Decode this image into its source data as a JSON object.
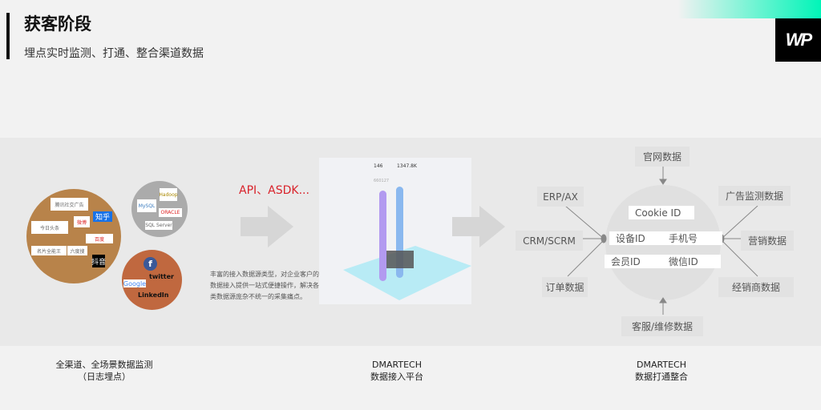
{
  "header": {
    "title": "获客阶段",
    "subtitle": "埋点实时监测、打通、整合渠道数据",
    "logo": "WP"
  },
  "sources": {
    "domestic": [
      "腾讯社交广告",
      "知乎",
      "今日头条",
      "微博",
      "百度",
      "名片全能王",
      "六度搜",
      "抖音"
    ],
    "databases": [
      "MySQL",
      "Hadoop",
      "ORACLE",
      "SQL Server"
    ],
    "overseas": [
      "facebook",
      "twitter",
      "Google",
      "LinkedIn"
    ]
  },
  "api_label": "API、ASDK...",
  "description": "丰富的接入数据源类型，对企业客户的数据接入提供一站式便捷操作，解决各类数据源庞杂不统一的采集痛点。",
  "dashboard": {
    "stat1": "146",
    "stat2": "1347.8K",
    "bar_label": "660127"
  },
  "diagram": {
    "top": "官网数据",
    "bottom": "客服/维修数据",
    "left": [
      "ERP/AX",
      "CRM/SCRM",
      "订单数据"
    ],
    "right": [
      "广告监测数据",
      "营销数据",
      "经销商数据"
    ],
    "ids": [
      "Cookie ID",
      "设备ID",
      "手机号",
      "会员ID",
      "微信ID"
    ]
  },
  "captions": [
    {
      "line1": "全渠道、全场景数据监测",
      "line2": "（日志埋点）"
    },
    {
      "line1": "DMARTECH",
      "line2": "数据接入平台"
    },
    {
      "line1": "DMARTECH",
      "line2": "数据打通整合"
    }
  ],
  "colors": {
    "accent": "#00f5b8",
    "api": "#d9232b"
  }
}
